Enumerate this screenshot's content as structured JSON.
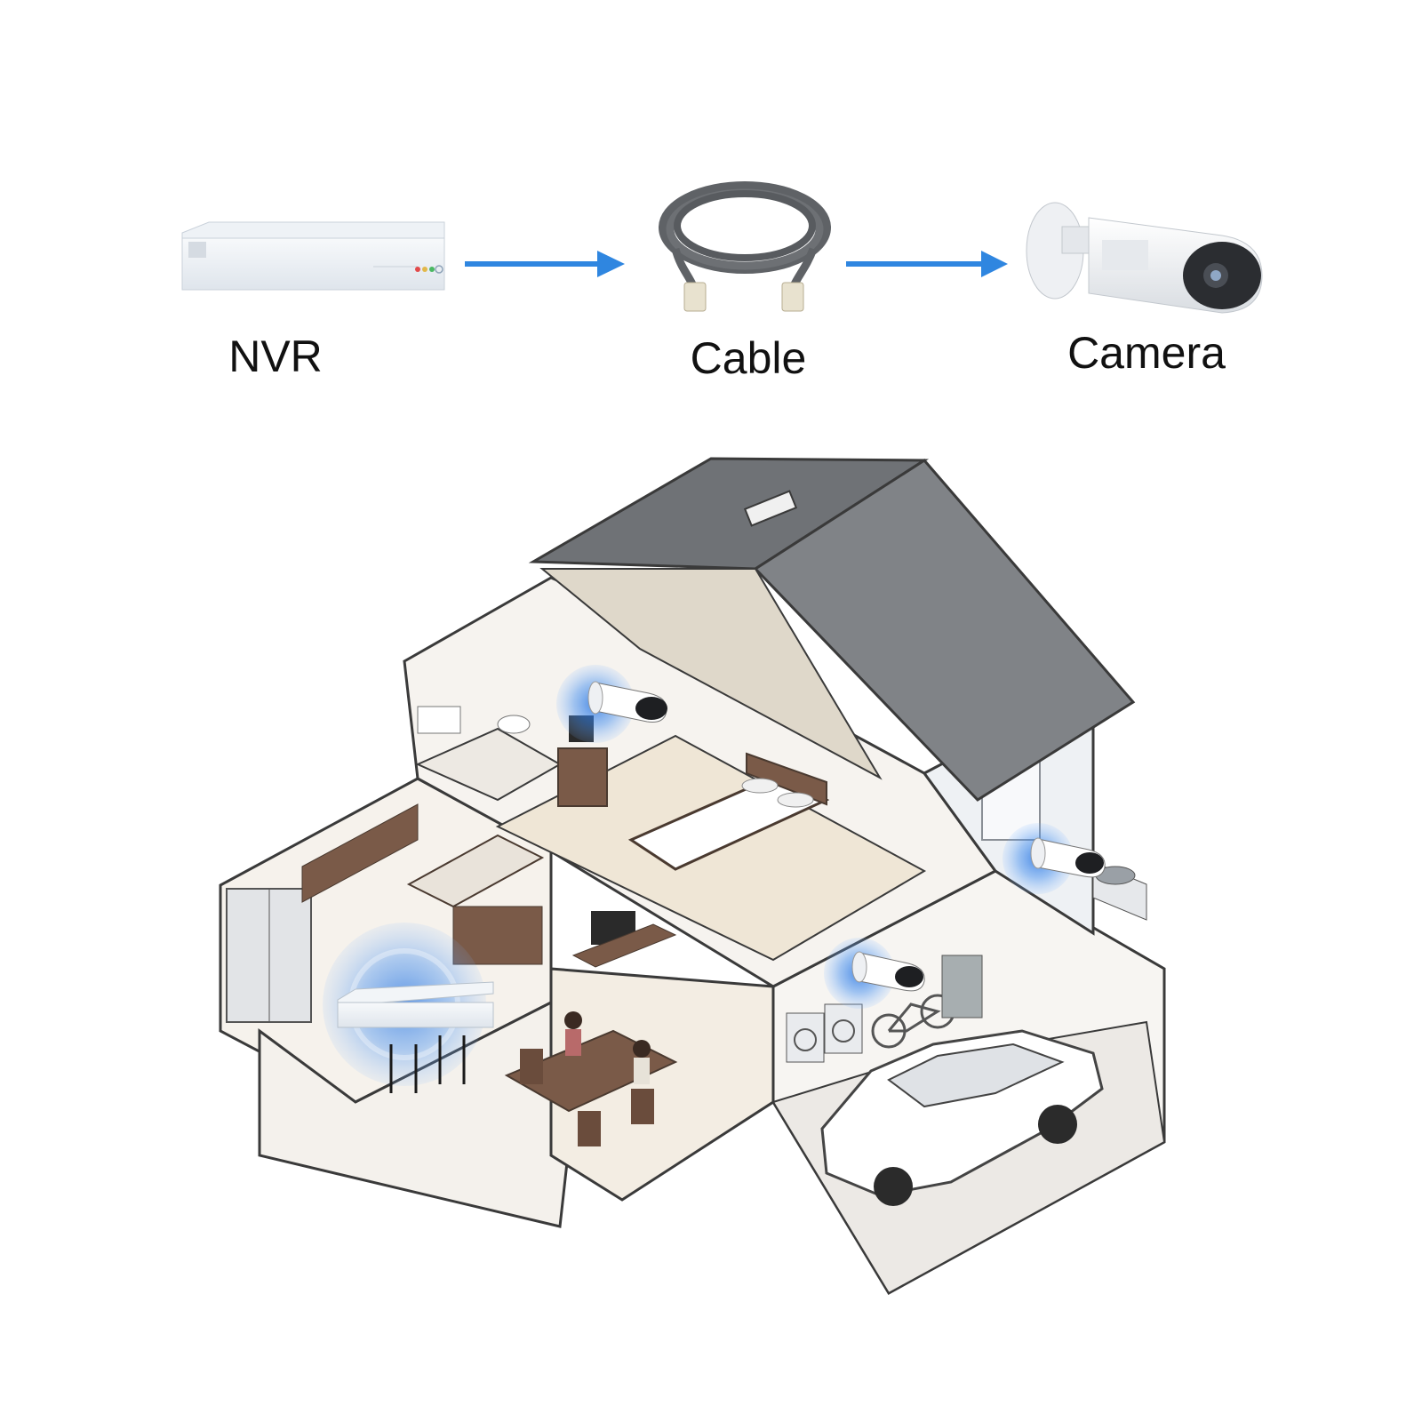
{
  "legend": {
    "nvr_label": "NVR",
    "cable_label": "Cable",
    "camera_label": "Camera"
  },
  "icons": [
    "nvr-recorder-icon",
    "ethernet-cable-icon",
    "bullet-camera-icon",
    "arrow-right-icon"
  ],
  "colors": {
    "arrow": "#2f86e0",
    "signal": "#1f6fe0",
    "roof": "#7a7d82",
    "wall_outline": "#3a3a3a",
    "floor": "#efe6d6",
    "wood": "#7a5a48"
  }
}
